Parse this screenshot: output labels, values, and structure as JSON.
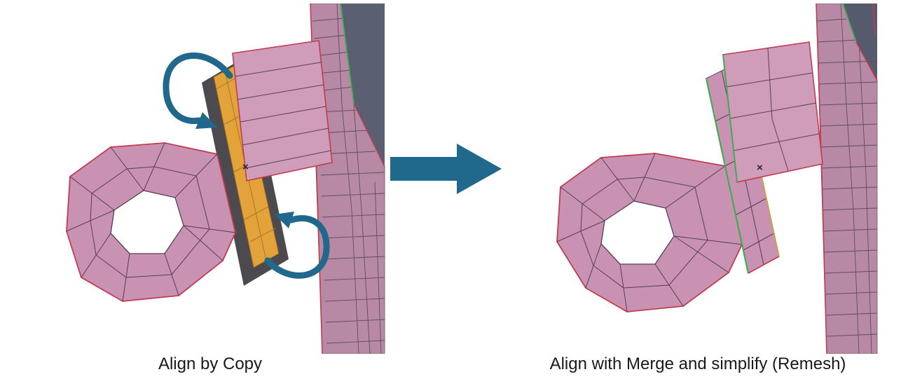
{
  "title": "Mesh alignment comparison diagram",
  "panels": [
    {
      "id": "align-by-copy",
      "caption": "Align by Copy",
      "marker": "×"
    },
    {
      "id": "align-merge-remesh",
      "caption": "Align with Merge and simplify (Remesh)",
      "marker": "×"
    }
  ],
  "icons": {
    "rotate_arrow_top": "curved-rotate-arrow-icon",
    "rotate_arrow_bottom": "curved-rotate-arrow-icon",
    "transform_arrow": "right-block-arrow-icon",
    "marker": "x-center-marker"
  },
  "colors": {
    "mesh_pink": "#c992b2",
    "slab_pink": "#cf9cba",
    "wall_pink": "#b789a4",
    "highlight_orange": "#e3a23a",
    "band_gray": "#4c4a4e",
    "arrow_teal": "#20698c",
    "edge_red": "#c23b4e",
    "edge_green": "#3fae52",
    "background_dark": "#5b5f72",
    "hole_white": "#ffffff"
  }
}
